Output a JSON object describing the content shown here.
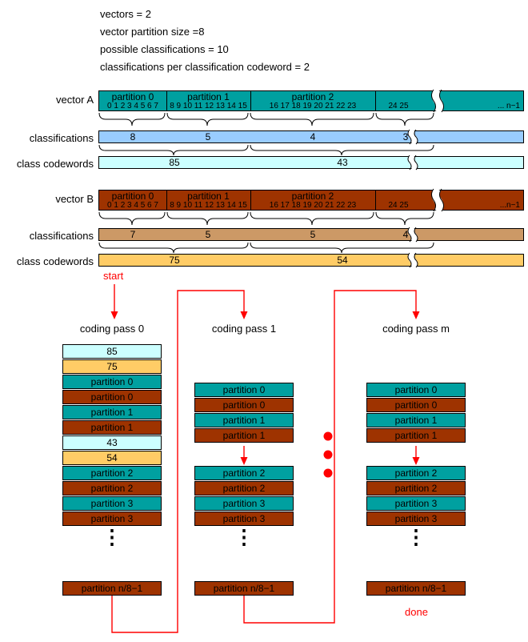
{
  "colors": {
    "teal": "#00A0A0",
    "brown": "#9E3300",
    "lightblue": "#99CCFF",
    "palecyan": "#CCFFFF",
    "tan": "#CC9966",
    "orange": "#FFCC66",
    "red": "#FF0000"
  },
  "header": {
    "lines": [
      "vectors = 2",
      "vector partition size =8",
      "possible classifications = 10",
      "classifications per classification codeword = 2"
    ]
  },
  "vector_a": {
    "label": "vector A",
    "partitions": [
      "partition 0",
      "partition 1",
      "partition 2"
    ],
    "numbers": [
      "0 1 2 3 4 5 6 7",
      "8 9 10 11 12 13 14 15",
      "16 17 18 19 20 21 22 23",
      "24 25"
    ],
    "tail": "... n−1",
    "classifications_label": "classifications",
    "classifications": [
      "8",
      "5",
      "4",
      "3"
    ],
    "codewords_label": "class codewords",
    "codewords": [
      "85",
      "43"
    ]
  },
  "vector_b": {
    "label": "vector B",
    "partitions": [
      "partition 0",
      "partition 1",
      "partition 2"
    ],
    "numbers": [
      "0 1 2 3 4 5 6 7",
      "8 9 10 11 12 13 14 15",
      "16 17 18 19 20 21 22 23",
      "24 25"
    ],
    "tail": "...n−1",
    "classifications_label": "classifications",
    "classifications": [
      "7",
      "5",
      "5",
      "4"
    ],
    "codewords_label": "class codewords",
    "codewords": [
      "75",
      "54"
    ]
  },
  "flow": {
    "start_label": "start",
    "done_label": "done",
    "ellipsis": "⋮",
    "passes": [
      {
        "label": "coding pass 0",
        "cells": [
          {
            "text": "85",
            "color": "palecyan"
          },
          {
            "text": "75",
            "color": "orange"
          },
          {
            "text": "partition 0",
            "color": "teal"
          },
          {
            "text": "partition 0",
            "color": "brown"
          },
          {
            "text": "partition 1",
            "color": "teal"
          },
          {
            "text": "partition 1",
            "color": "brown"
          },
          {
            "text": "43",
            "color": "palecyan"
          },
          {
            "text": "54",
            "color": "orange"
          },
          {
            "text": "partition 2",
            "color": "teal"
          },
          {
            "text": "partition 2",
            "color": "brown"
          },
          {
            "text": "partition 3",
            "color": "teal"
          },
          {
            "text": "partition 3",
            "color": "brown"
          }
        ],
        "last": "partition n/8−1"
      },
      {
        "label": "coding pass 1",
        "cells": [
          {
            "text": "partition 0",
            "color": "teal"
          },
          {
            "text": "partition 0",
            "color": "brown"
          },
          {
            "text": "partition 1",
            "color": "teal"
          },
          {
            "text": "partition 1",
            "color": "brown"
          },
          {
            "text": "partition 2",
            "color": "teal"
          },
          {
            "text": "partition 2",
            "color": "brown"
          },
          {
            "text": "partition 3",
            "color": "teal"
          },
          {
            "text": "partition 3",
            "color": "brown"
          }
        ],
        "last": "partition n/8−1"
      },
      {
        "label": "coding pass m",
        "cells": [
          {
            "text": "partition 0",
            "color": "teal"
          },
          {
            "text": "partition 0",
            "color": "brown"
          },
          {
            "text": "partition 1",
            "color": "teal"
          },
          {
            "text": "partition 1",
            "color": "brown"
          },
          {
            "text": "partition 2",
            "color": "teal"
          },
          {
            "text": "partition 2",
            "color": "brown"
          },
          {
            "text": "partition 3",
            "color": "teal"
          },
          {
            "text": "partition 3",
            "color": "brown"
          }
        ],
        "last": "partition n/8−1"
      }
    ]
  }
}
